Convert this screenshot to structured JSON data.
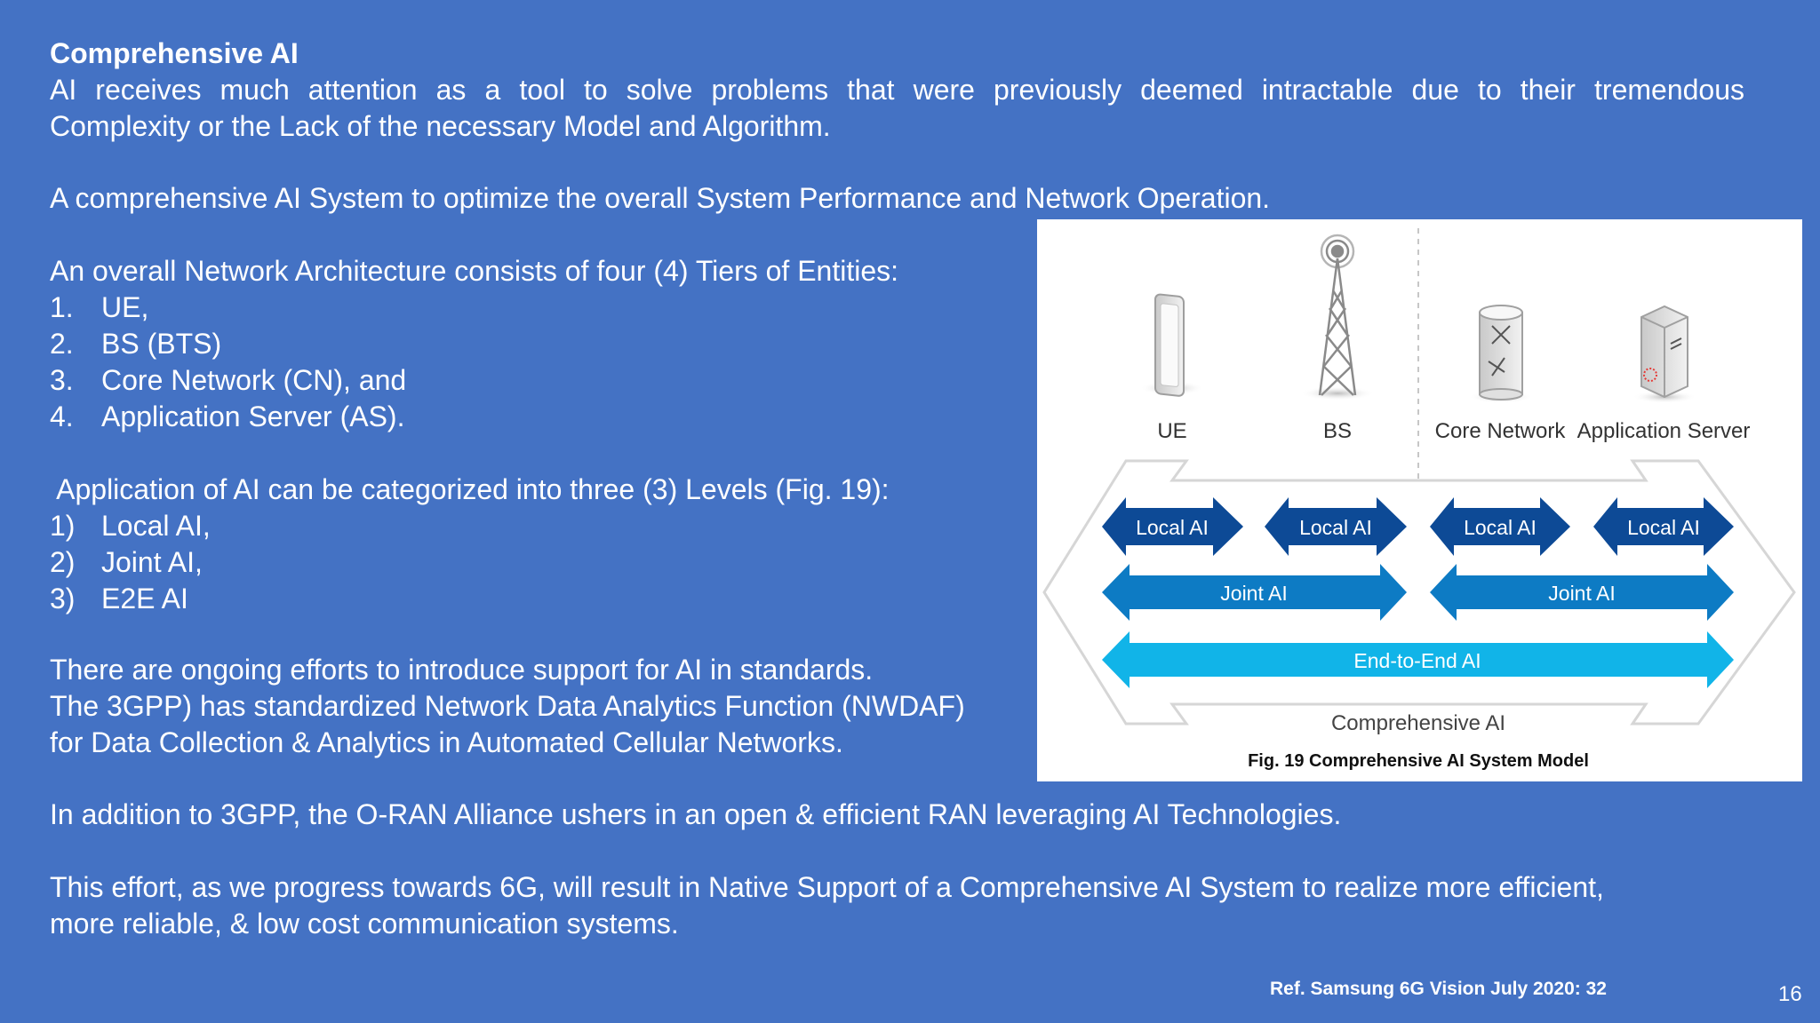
{
  "heading": "Comprehensive AI",
  "intro_line1": "AI receives much attention as a tool to solve problems that were previously deemed intractable due to their tremendous",
  "intro_line2": "Complexity or the Lack of the necessary Model and Algorithm.",
  "para_system": "A comprehensive AI System to optimize the overall System Performance and Network Operation.",
  "tiers": {
    "intro": "An overall Network Architecture consists of four (4) Tiers of Entities:",
    "items": [
      {
        "num": "1.",
        "label": "UE,"
      },
      {
        "num": "2.",
        "label": "BS (BTS)"
      },
      {
        "num": "3.",
        "label": "Core Network (CN), and"
      },
      {
        "num": "4.",
        "label": "Application Server (AS)."
      }
    ]
  },
  "levels": {
    "intro": " Application of AI can be categorized into three (3) Levels (Fig. 19):",
    "items": [
      {
        "num": "1)",
        "label": "Local AI,"
      },
      {
        "num": "2)",
        "label": "Joint AI,"
      },
      {
        "num": "3)",
        "label": "E2E AI"
      }
    ]
  },
  "standards": {
    "line1": "There are ongoing efforts to introduce support for AI in standards.",
    "line2": "The 3GPP) has standardized Network Data Analytics Function (NWDAF)",
    "line3": "for Data Collection & Analytics in Automated Cellular Networks."
  },
  "oran": "In addition to 3GPP, the O-RAN Alliance ushers in an open & efficient RAN leveraging AI Technologies.",
  "conclusion_line1": "This effort, as we progress towards 6G, will result in Native Support of a Comprehensive AI System to realize more efficient,",
  "conclusion_line2": "more reliable, & low cost communication systems.",
  "figure": {
    "entities": [
      "UE",
      "BS",
      "Core Network",
      "Application Server"
    ],
    "local_ai": [
      "Local AI",
      "Local AI",
      "Local AI",
      "Local AI"
    ],
    "joint_ai": [
      "Joint AI",
      "Joint AI"
    ],
    "e2e_ai": "End-to-End AI",
    "outer_label": "Comprehensive AI",
    "caption": "Fig. 19  Comprehensive AI System Model",
    "colors": {
      "local": "#0d4a96",
      "joint": "#0d7bc4",
      "e2e": "#11b4e8",
      "outline": "#d6d6d6"
    }
  },
  "reference": "Ref. Samsung 6G Vision July 2020: 32",
  "page_number": "16",
  "colors": {
    "background": "#4472c4",
    "text": "#ffffff"
  }
}
